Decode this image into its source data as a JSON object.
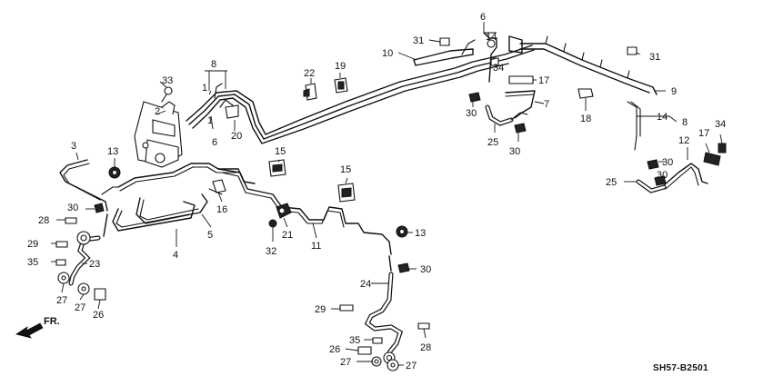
{
  "diagram_code": "SH57-B2501",
  "direction_label": "FR.",
  "callouts": [
    {
      "id": "c8a",
      "text": "8"
    },
    {
      "id": "c1a",
      "text": "1"
    },
    {
      "id": "c1b",
      "text": "1"
    },
    {
      "id": "c6a",
      "text": "6"
    },
    {
      "id": "c33",
      "text": "33"
    },
    {
      "id": "c2",
      "text": "2"
    },
    {
      "id": "c20",
      "text": "20"
    },
    {
      "id": "c22",
      "text": "22"
    },
    {
      "id": "c19",
      "text": "19"
    },
    {
      "id": "c10",
      "text": "10"
    },
    {
      "id": "c31a",
      "text": "31"
    },
    {
      "id": "c6b",
      "text": "6"
    },
    {
      "id": "c14a",
      "text": "14"
    },
    {
      "id": "c34a",
      "text": "34"
    },
    {
      "id": "c17a",
      "text": "17"
    },
    {
      "id": "c31b",
      "text": "31"
    },
    {
      "id": "c9",
      "text": "9"
    },
    {
      "id": "c30a",
      "text": "30"
    },
    {
      "id": "c7",
      "text": "7"
    },
    {
      "id": "c18",
      "text": "18"
    },
    {
      "id": "c14b",
      "text": "14"
    },
    {
      "id": "c8b",
      "text": "8"
    },
    {
      "id": "c34b",
      "text": "34"
    },
    {
      "id": "c25a",
      "text": "25"
    },
    {
      "id": "c30b",
      "text": "30"
    },
    {
      "id": "c12",
      "text": "12"
    },
    {
      "id": "c17b",
      "text": "17"
    },
    {
      "id": "c30c",
      "text": "30"
    },
    {
      "id": "c30d",
      "text": "30"
    },
    {
      "id": "c25b",
      "text": "25"
    },
    {
      "id": "c3",
      "text": "3"
    },
    {
      "id": "c13a",
      "text": "13"
    },
    {
      "id": "c15a",
      "text": "15"
    },
    {
      "id": "c15b",
      "text": "15"
    },
    {
      "id": "c30e",
      "text": "30"
    },
    {
      "id": "c28a",
      "text": "28"
    },
    {
      "id": "c16",
      "text": "16"
    },
    {
      "id": "c21",
      "text": "21"
    },
    {
      "id": "c13b",
      "text": "13"
    },
    {
      "id": "c5",
      "text": "5"
    },
    {
      "id": "c4",
      "text": "4"
    },
    {
      "id": "c11",
      "text": "11"
    },
    {
      "id": "c32",
      "text": "32"
    },
    {
      "id": "c29a",
      "text": "29"
    },
    {
      "id": "c35a",
      "text": "35"
    },
    {
      "id": "c23",
      "text": "23"
    },
    {
      "id": "c27a",
      "text": "27"
    },
    {
      "id": "c27b",
      "text": "27"
    },
    {
      "id": "c26a",
      "text": "26"
    },
    {
      "id": "c24",
      "text": "24"
    },
    {
      "id": "c30f",
      "text": "30"
    },
    {
      "id": "c29b",
      "text": "29"
    },
    {
      "id": "c35b",
      "text": "35"
    },
    {
      "id": "c26b",
      "text": "26"
    },
    {
      "id": "c28b",
      "text": "28"
    },
    {
      "id": "c27c",
      "text": "27"
    },
    {
      "id": "c27d",
      "text": "27"
    }
  ]
}
